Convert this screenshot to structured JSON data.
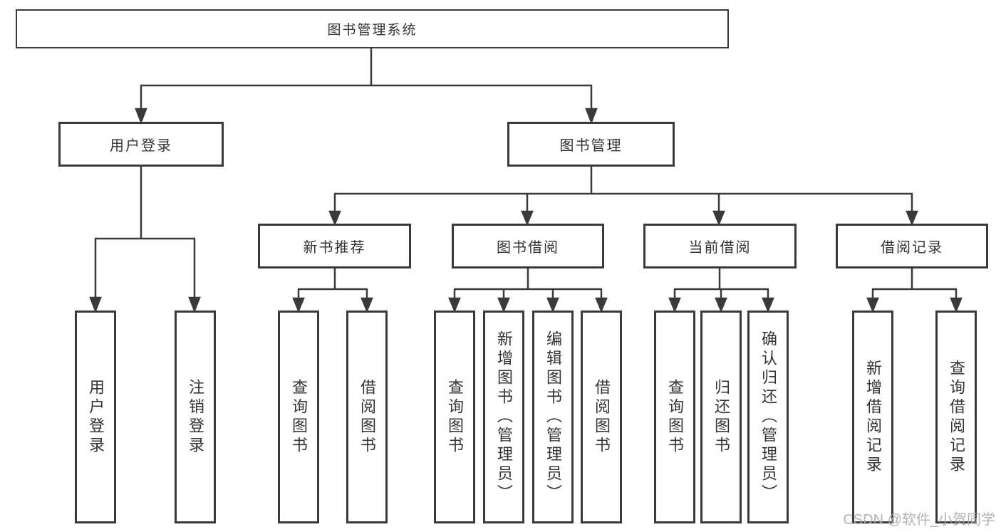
{
  "diagram": {
    "title": "图书管理系统",
    "root": {
      "label": "图书管理系统"
    },
    "branches": [
      {
        "label": "用户登录",
        "children": [
          {
            "label": "用户登录"
          },
          {
            "label": "注销登录"
          }
        ]
      },
      {
        "label": "图书管理",
        "children": [
          {
            "label": "新书推荐",
            "children": [
              {
                "label": "查询图书"
              },
              {
                "label": "借阅图书"
              }
            ]
          },
          {
            "label": "图书借阅",
            "children": [
              {
                "label": "查询图书"
              },
              {
                "label": "新增图书（管理员）"
              },
              {
                "label": "编辑图书（管理员）"
              },
              {
                "label": "借阅图书"
              }
            ]
          },
          {
            "label": "当前借阅",
            "children": [
              {
                "label": "查询图书"
              },
              {
                "label": "归还图书"
              },
              {
                "label": "确认归还（管理员）"
              }
            ]
          },
          {
            "label": "借阅记录",
            "children": [
              {
                "label": "新增借阅记录"
              },
              {
                "label": "查询借阅记录"
              }
            ]
          }
        ]
      }
    ]
  },
  "watermark": {
    "text": "CSDN @软件_小贺同学"
  },
  "colors": {
    "line": "#3a3a3a",
    "box_border": "#3a3a3a",
    "box_fill": "#ffffff",
    "text": "#333333",
    "watermark": "#ababab",
    "background": "#ffffff"
  }
}
